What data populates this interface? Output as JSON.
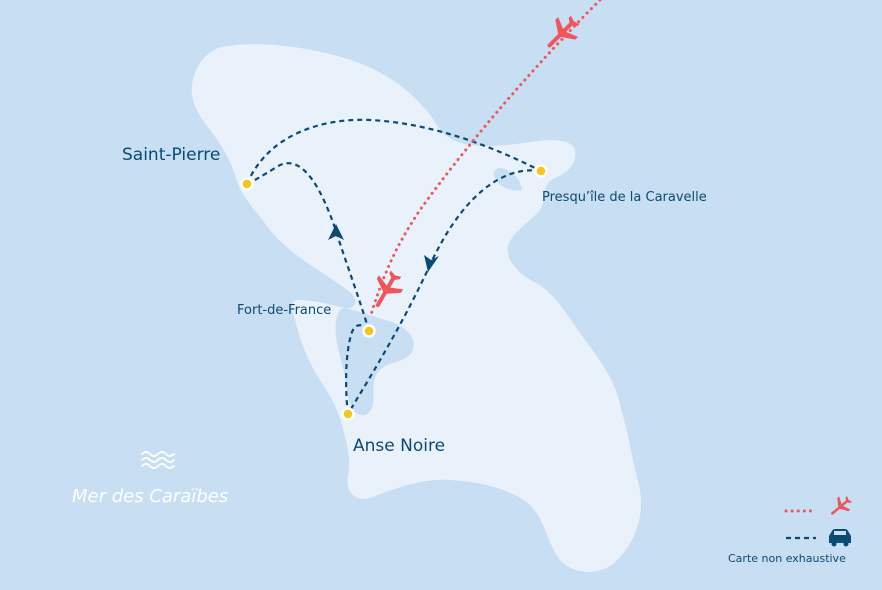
{
  "map": {
    "sea_label": "Mer des Caraïbes",
    "note": "Carte non exhaustive",
    "places": {
      "saint_pierre": "Saint-Pierre",
      "fort_de_france": "Fort-de-France",
      "anse_noire": "Anse Noire",
      "caravelle": "Presqu’île de la Caravelle"
    },
    "legend": [
      {
        "style": "dotted",
        "color": "#f0555b",
        "icon": "plane-icon"
      },
      {
        "style": "dashed",
        "color": "#0d4a73",
        "icon": "car-icon"
      }
    ]
  },
  "colors": {
    "sea": "#c7def3",
    "land": "#e9f1fb",
    "route_car": "#0d4a73",
    "route_plane": "#f0555b",
    "marker": "#f5c518"
  }
}
